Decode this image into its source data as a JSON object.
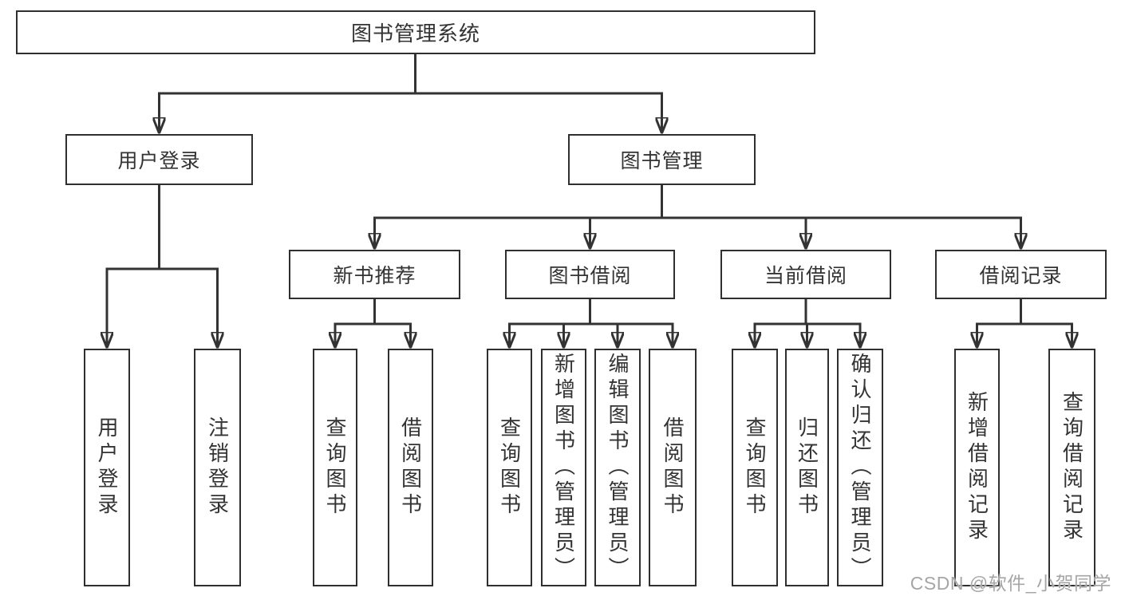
{
  "tree": {
    "root": {
      "label": "图书管理系统"
    },
    "branches": [
      {
        "label": "用户登录",
        "leaves": [
          "用户登录",
          "注销登录"
        ]
      },
      {
        "label": "图书管理",
        "sections": [
          {
            "label": "新书推荐",
            "leaves": [
              "查询图书",
              "借阅图书"
            ]
          },
          {
            "label": "图书借阅",
            "leaves": [
              "查询图书",
              "新增图书（管理员）",
              "编辑图书（管理员）",
              "借阅图书"
            ]
          },
          {
            "label": "当前借阅",
            "leaves": [
              "查询图书",
              "归还图书",
              "确认归还（管理员）"
            ]
          },
          {
            "label": "借阅记录",
            "leaves": [
              "新增借阅记录",
              "查询借阅记录"
            ]
          }
        ]
      }
    ]
  },
  "watermark": "CSDN @软件_小贺同学",
  "colors": {
    "line": "#333333",
    "text": "#333333",
    "box_background": "#ffffff",
    "page_background": "#ffffff",
    "watermark": "#a6a6a6"
  }
}
